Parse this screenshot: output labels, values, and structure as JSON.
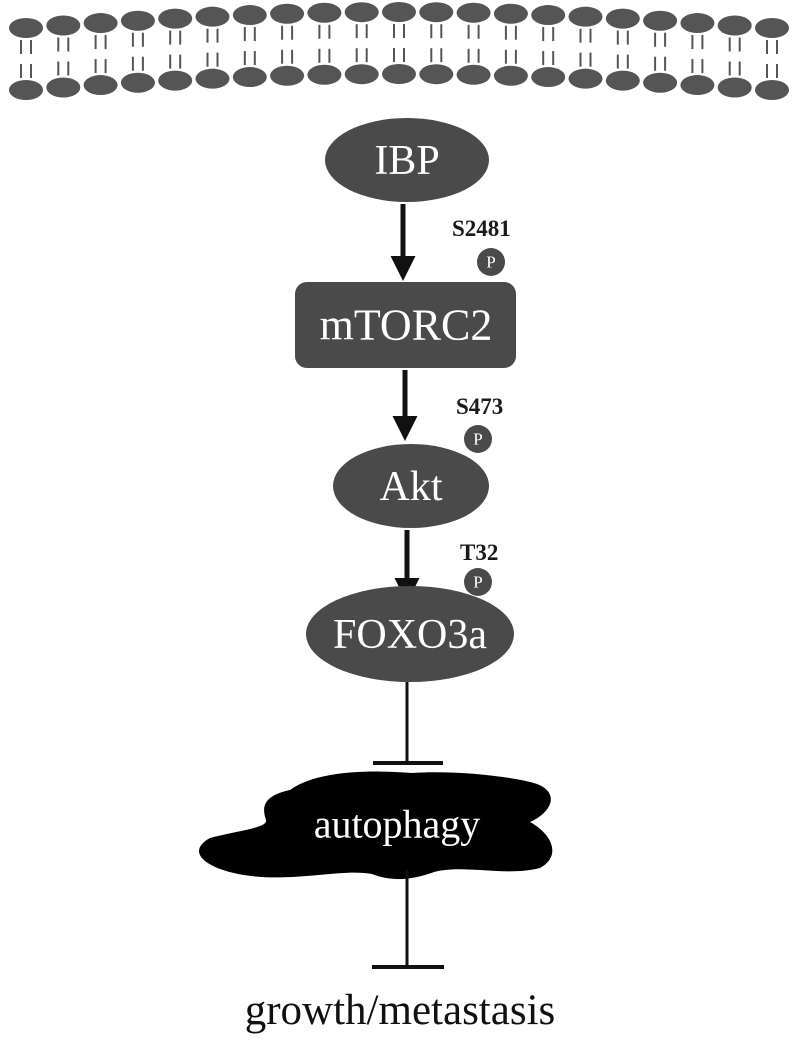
{
  "nodes": {
    "ibp": "IBP",
    "mtorc2": "mTORC2",
    "akt": "Akt",
    "foxo3a": "FOXO3a",
    "autophagy": "autophagy",
    "outcome": "growth/metastasis"
  },
  "sites": {
    "mtorc2": "S2481",
    "akt": "S473",
    "foxo3a": "T32"
  },
  "phospho_symbol": "P",
  "colors": {
    "node": "#4a4a4a",
    "membrane": "#555555",
    "autophagy_blob": "#000000",
    "line": "#111111"
  }
}
